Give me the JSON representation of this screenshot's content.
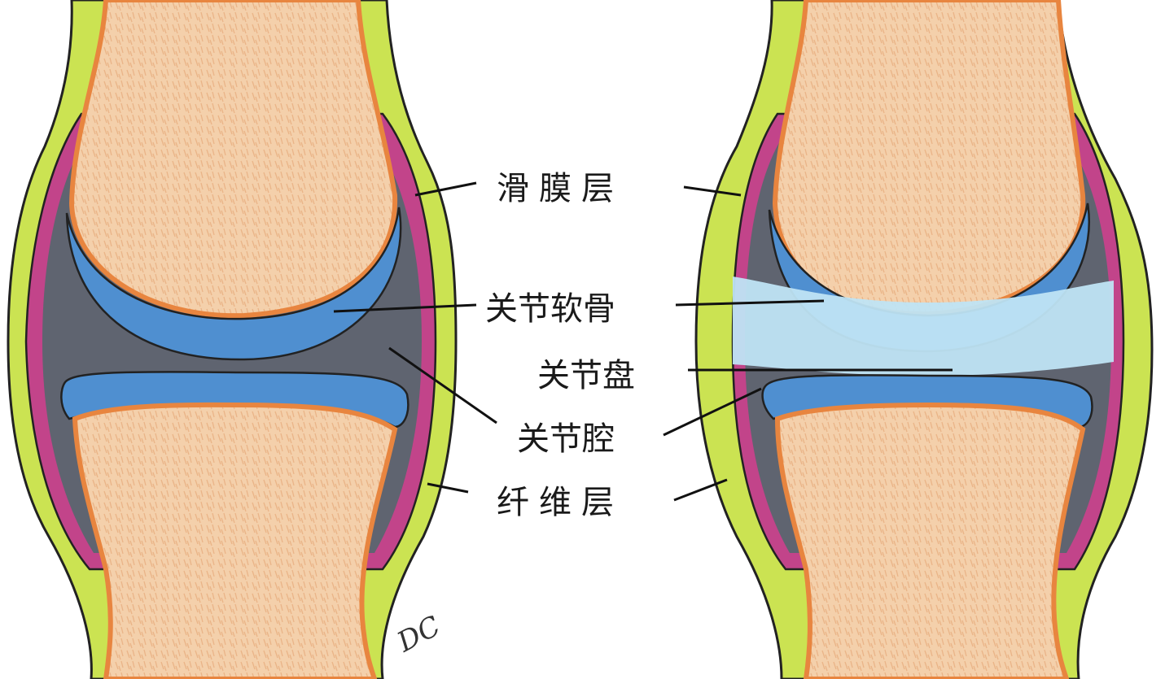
{
  "labels": {
    "synovial_layer": "滑膜层",
    "articular_cartilage": "关节软骨",
    "articular_disc": "关节盘",
    "joint_cavity": "关节腔",
    "fibrous_layer": "纤维层"
  },
  "signature": "DC",
  "colors": {
    "bone": "#f3caa0",
    "bone_edge": "#e8853f",
    "fibrous_layer": "#c8e34e",
    "synovial_layer": "#c2448a",
    "cartilage": "#4f8fd0",
    "joint_cavity": "#5f6470",
    "articular_disc": "#bfe4f4"
  }
}
